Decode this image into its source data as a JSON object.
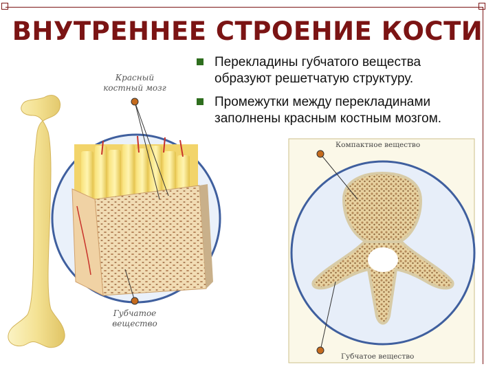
{
  "title": "ВНУТРЕННЕЕ СТРОЕНИЕ КОСТИ",
  "bullets": [
    {
      "text": "Перекладины губчатого вещества образуют решетчатую структуру."
    },
    {
      "text": "Промежутки между перекладинами заполнены красным костным мозгом."
    }
  ],
  "labels": {
    "red_marrow_line1": "Красный",
    "red_marrow_line2": "костный мозг",
    "spongy_left_line1": "Губчатое",
    "spongy_left_line2": "вещество",
    "compact": "Компактное вещество",
    "spongy_right": "Губчатое вещество"
  },
  "colors": {
    "title": "#7b1414",
    "bullet_marker": "#2e6e1e",
    "circle_ring": "#3f5f9e",
    "bone": "#f3e39a"
  }
}
